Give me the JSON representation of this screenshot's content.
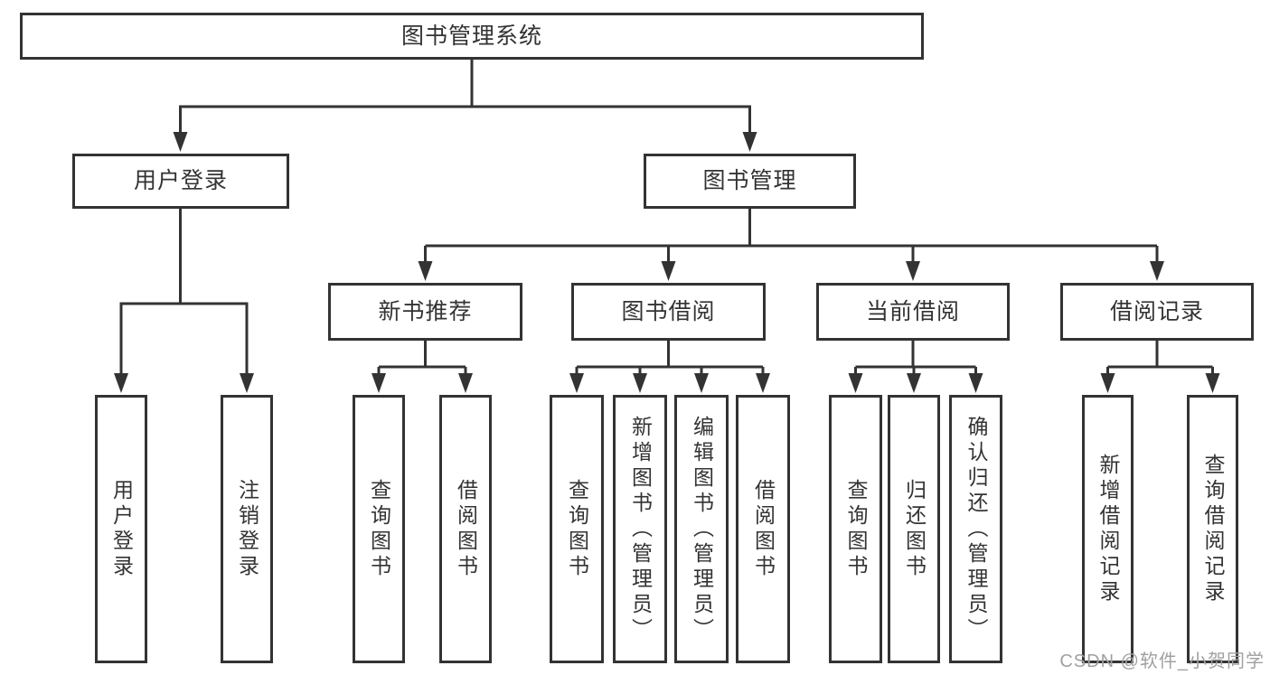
{
  "diagram_type": "hierarchy-flowchart",
  "colors": {
    "line": "#333333",
    "text": "#333333",
    "box_background": "#ffffff",
    "page_background": "#ffffff",
    "watermark": "#a0a0a0"
  },
  "tree": {
    "label": "图书管理系统",
    "children": [
      {
        "label": "用户登录",
        "children": [
          {
            "label": "用户登录"
          },
          {
            "label": "注销登录"
          }
        ]
      },
      {
        "label": "图书管理",
        "children": [
          {
            "label": "新书推荐",
            "children": [
              {
                "label": "查询图书"
              },
              {
                "label": "借阅图书"
              }
            ]
          },
          {
            "label": "图书借阅",
            "children": [
              {
                "label": "查询图书"
              },
              {
                "label": "新增图书（管理员）"
              },
              {
                "label": "编辑图书（管理员）"
              },
              {
                "label": "借阅图书"
              }
            ]
          },
          {
            "label": "当前借阅",
            "children": [
              {
                "label": "查询图书"
              },
              {
                "label": "归还图书"
              },
              {
                "label": "确认归还（管理员）"
              }
            ]
          },
          {
            "label": "借阅记录",
            "children": [
              {
                "label": "新增借阅记录"
              },
              {
                "label": "查询借阅记录"
              }
            ]
          }
        ]
      }
    ]
  },
  "watermark": {
    "text": "CSDN @软件_小贺同学"
  }
}
